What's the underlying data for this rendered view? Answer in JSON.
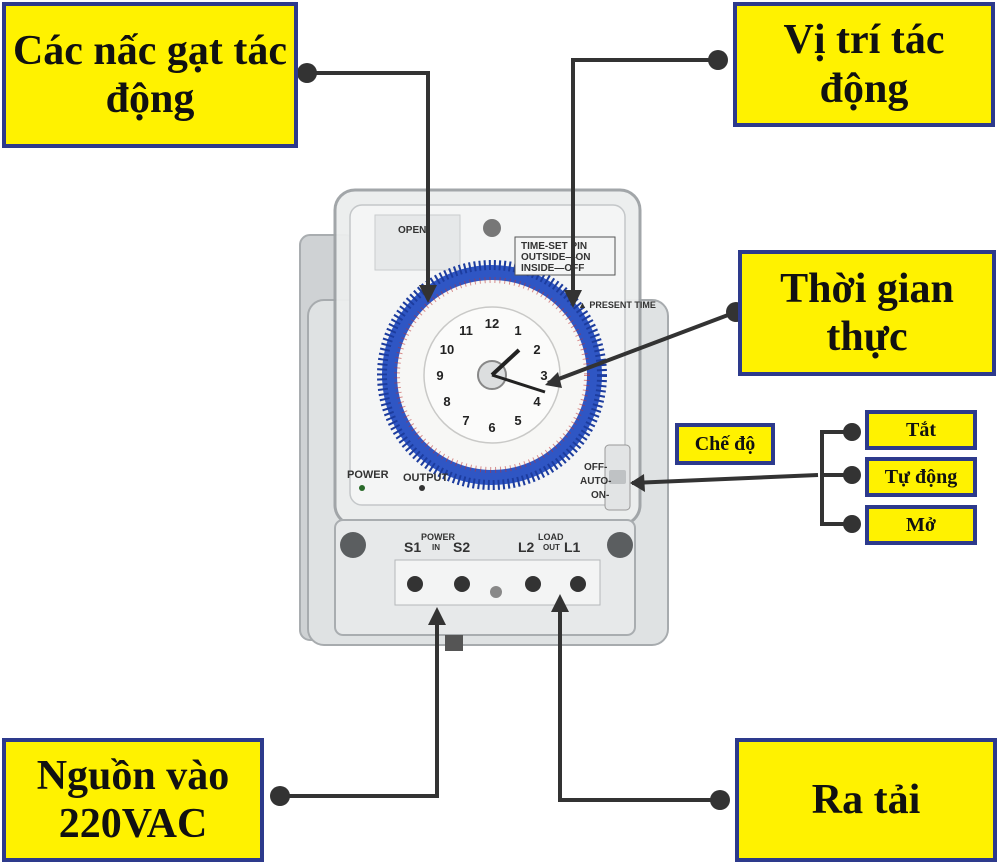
{
  "labels": {
    "levers": "Các nấc gạt tác động",
    "position": "Vị trí tác động",
    "real_time": "Thời gian thực",
    "mode": "Chế độ",
    "off": "Tắt",
    "auto": "Tự động",
    "on": "Mở",
    "power_in": "Nguồn vào 220VAC",
    "load_out": "Ra tải"
  },
  "device": {
    "open_mark": "OPEN",
    "time_set_pin": "TIME-SET PIN",
    "outside_on": "OUTSIDE—ON",
    "inside_off": "INSIDE—OFF",
    "present_time": "▲ PRESENT TIME",
    "power_led": "POWER",
    "output_led": "OUTPUT",
    "switch_off": "OFF-",
    "switch_auto": "AUTO-",
    "switch_on": "ON-",
    "power_terminal": "POWER",
    "power_in": "IN",
    "s1": "S1",
    "s2": "S2",
    "load_terminal": "LOAD",
    "load_out": "OUT",
    "l2": "L2",
    "l1": "L1",
    "clock_numbers": [
      "12",
      "1",
      "2",
      "3",
      "4",
      "5",
      "6",
      "7",
      "8",
      "9",
      "10",
      "11"
    ]
  },
  "colors": {
    "label_fill": "#fff200",
    "label_border": "#2d3a8c",
    "ring_blue": "#2f56c4",
    "wire": "#333333"
  }
}
